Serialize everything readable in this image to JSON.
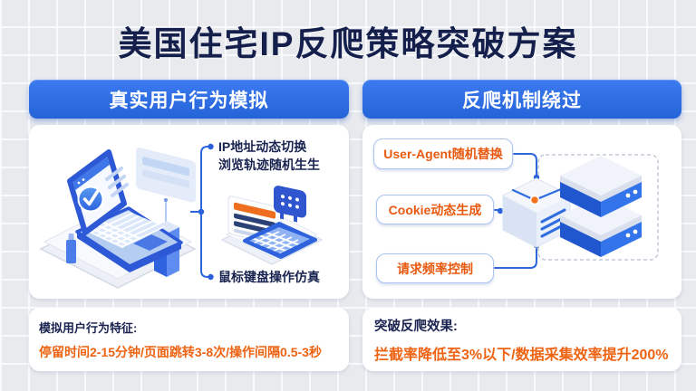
{
  "title": "美国住宅IP反爬策略突破方案",
  "left_panel": {
    "header": "真实用户行为模拟",
    "annotation_top": "IP地址动态切换\n浏览轨迹随机生生",
    "annotation_bottom": "鼠标键盘操作仿真",
    "footer_heading": "模拟用户行为特征:",
    "footer_detail": "停留时间2-15分钟/页面跳转3-8次/操作间隔0.5-3秒"
  },
  "right_panel": {
    "header": "反爬机制绕过",
    "methods": [
      "User-Agent随机替换",
      "Cookie动态生成",
      "请求频率控制"
    ],
    "footer_heading": "突破反爬效果:",
    "footer_detail": "拦截率降低至3%以下/数据采集效率提升200%"
  },
  "colors": {
    "accent_blue": "#2d66dc",
    "header_blue": "#2e6ae2",
    "accent_orange": "#ee6312",
    "title_navy": "#141f4c"
  }
}
